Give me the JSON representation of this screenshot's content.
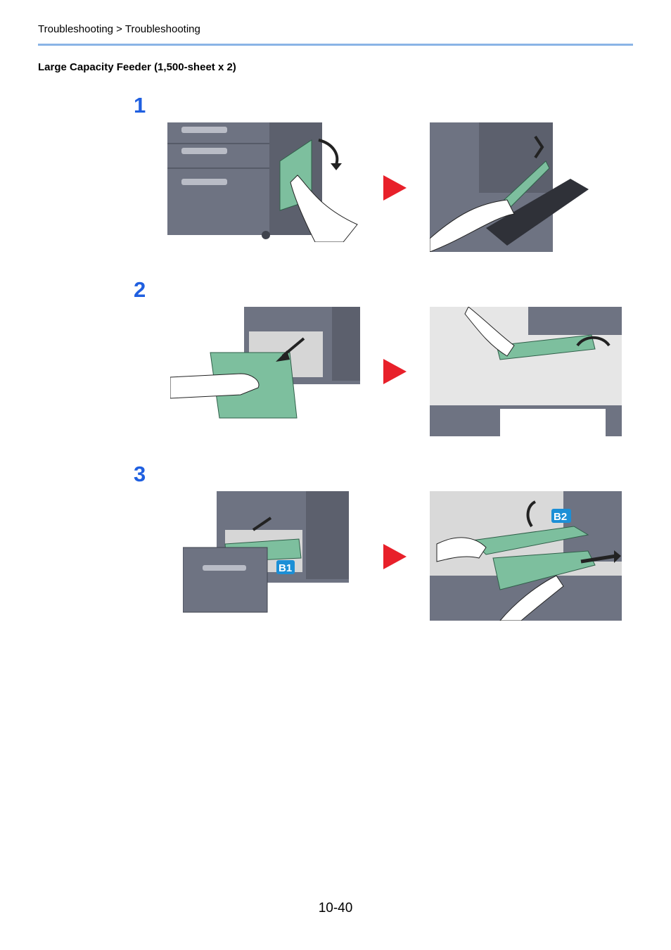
{
  "header": {
    "breadcrumb": "Troubleshooting > Troubleshooting"
  },
  "section": {
    "title": "Large Capacity Feeder (1,500-sheet x 2)"
  },
  "steps": [
    {
      "number": "1"
    },
    {
      "number": "2"
    },
    {
      "number": "3",
      "callouts": [
        "B1",
        "B2"
      ]
    }
  ],
  "footer": {
    "page_number": "10-40"
  },
  "colors": {
    "accent": "#1f5fe0",
    "arrow": "#e8202a",
    "rule": "#8ab4e6",
    "part_green": "#7dbf9e",
    "machine_gray": "#6e7382",
    "callout": "#1c8fd6"
  },
  "icons": [
    "next-step-arrow-icon",
    "rotate-arrow-icon",
    "pull-arrow-icon"
  ]
}
